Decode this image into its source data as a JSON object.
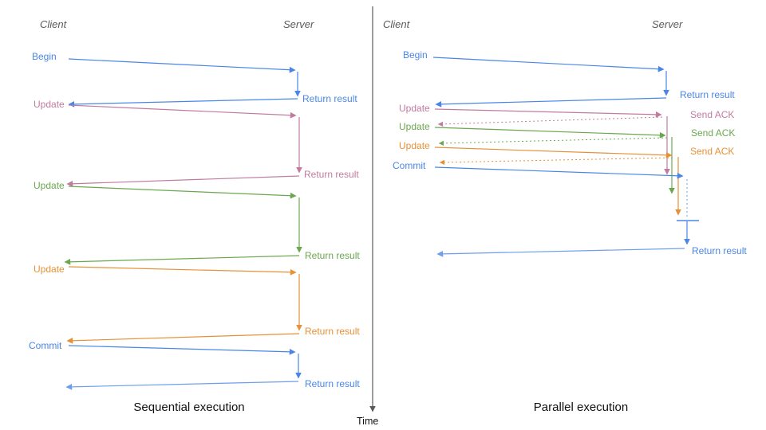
{
  "diagram": {
    "time_axis_label": "Time",
    "colors": {
      "blue": "#4a86e8",
      "blue_light": "#6d9eeb",
      "pink": "#c27ba0",
      "green": "#6aa84f",
      "orange": "#e69138",
      "axis_gray": "#595959"
    },
    "panels": {
      "sequential": {
        "title": "Sequential execution",
        "client": "Client",
        "server": "Server",
        "messages": [
          {
            "request": "Begin",
            "response": "Return result",
            "color": "#4a86e8"
          },
          {
            "request": "Update",
            "response": "Return result",
            "color": "#c27ba0"
          },
          {
            "request": "Update",
            "response": "Return result",
            "color": "#6aa84f"
          },
          {
            "request": "Update",
            "response": "Return result",
            "color": "#e69138"
          },
          {
            "request": "Commit",
            "response": "Return result",
            "color": "#4a86e8"
          }
        ]
      },
      "parallel": {
        "title": "Parallel execution",
        "client": "Client",
        "server": "Server",
        "messages": [
          {
            "request": "Begin",
            "response": "Return result",
            "color": "#4a86e8"
          },
          {
            "request": "Update",
            "response": "Send ACK",
            "color": "#c27ba0"
          },
          {
            "request": "Update",
            "response": "Send ACK",
            "color": "#6aa84f"
          },
          {
            "request": "Update",
            "response": "Send ACK",
            "color": "#e69138"
          },
          {
            "request": "Commit",
            "response": "Return result",
            "color": "#4a86e8"
          }
        ]
      }
    }
  }
}
